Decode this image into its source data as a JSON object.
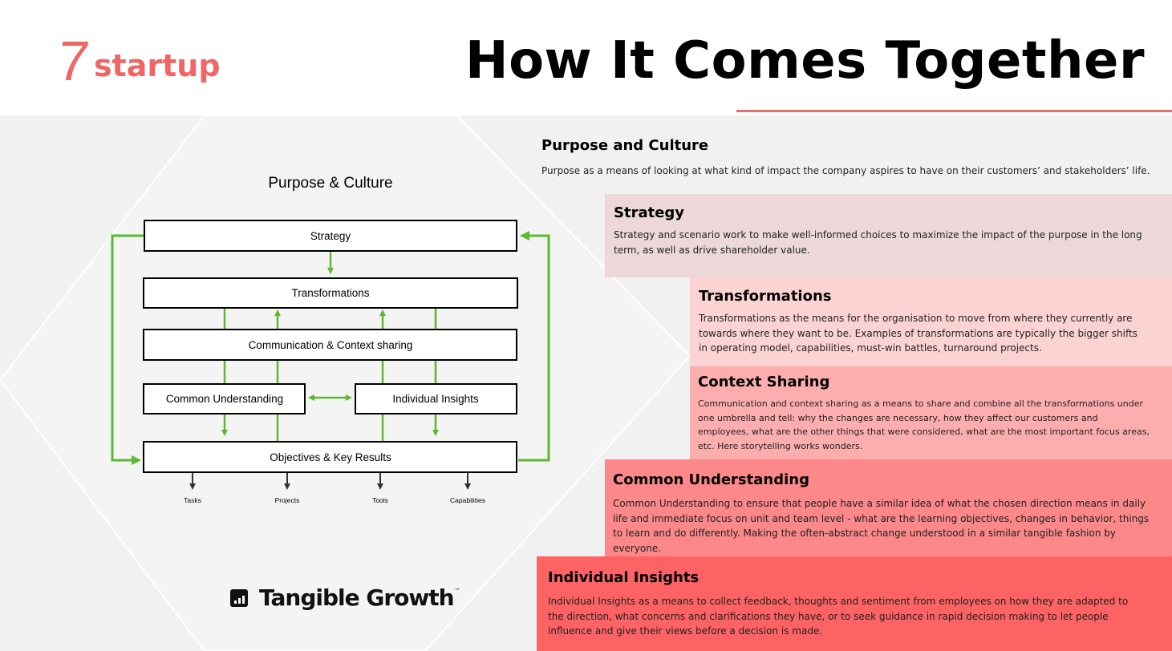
{
  "logo": {
    "number": "7",
    "word": "startup"
  },
  "title": "How It Comes Together",
  "diagram": {
    "top_label": "Purpose & Culture",
    "boxes": {
      "strategy": "Strategy",
      "transformations": "Transformations",
      "communication": "Communication & Context sharing",
      "common": "Common Understanding",
      "individual": "Individual Insights",
      "okr": "Objectives & Key Results"
    },
    "outputs": [
      "Tasks",
      "Projects",
      "Tools",
      "Capabilities"
    ],
    "colors": {
      "arrow_green": "#5cb82f",
      "arrow_dark": "#333333",
      "box_border": "#000000"
    }
  },
  "brand": {
    "name": "Tangible Growth",
    "tm": "™"
  },
  "sections": {
    "purpose": {
      "title": "Purpose and Culture",
      "text": "Purpose as a means of looking at what kind of impact the company aspires to have on their customers’ and stakeholders’ life."
    },
    "strategy": {
      "title": "Strategy",
      "text": "Strategy and scenario work to make well-informed choices to maximize the impact of the purpose in the long term, as well as drive shareholder value."
    },
    "transformations": {
      "title": "Transformations",
      "text": "Transformations as the means for the organisation to move from where they currently are towards where they want to be. Examples of transformations are typically the bigger shifts in operating model, capabilities, must-win battles, turnaround projects."
    },
    "context": {
      "title": "Context Sharing",
      "text": "Communication and context sharing as a means to share and combine all the transformations under one umbrella and tell: why the changes are necessary, how they affect our customers and employees, what are the other things that were considered, what are the most important focus areas, etc. Here storytelling works wonders."
    },
    "common": {
      "title": "Common Understanding",
      "text": "Common Understanding to ensure that people have a similar idea of what the chosen direction means in daily life and immediate focus on unit and team level - what are the learning objectives, changes in behavior, things to learn and do differently. Making the often-abstract change understood in a similar tangible fashion by everyone."
    },
    "individual": {
      "title": "Individual Insights",
      "text": "Individual Insights as a means to collect feedback, thoughts and sentiment from employees on how they are adapted to the direction, what concerns and clarifications they have, or to seek guidance in rapid decision making to let people influence and give their views before a decision is made."
    }
  },
  "colors": {
    "accent": "#f06666",
    "strategy_bg": "#ecd8d9",
    "transformations_bg": "#fcd3d3",
    "context_bg": "#fcaeaf",
    "common_bg": "#fd8889",
    "individual_bg": "#fd6264"
  }
}
